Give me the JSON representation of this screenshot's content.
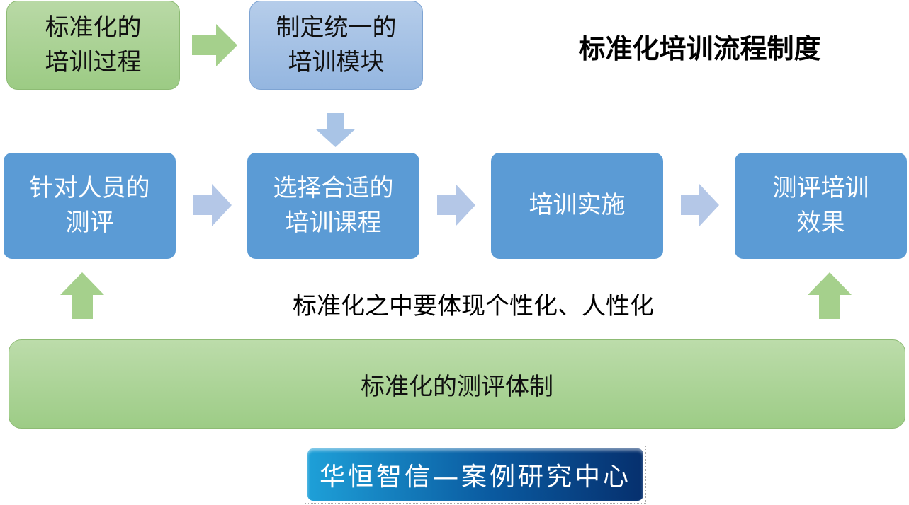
{
  "title": "标准化培训流程制度",
  "top_boxes": [
    "标准化的\n培训过程",
    "制定统一的\n培训模块"
  ],
  "row_boxes": [
    "针对人员的\n测评",
    "选择合适的\n培训课程",
    "培训实施",
    "测评培训\n效果"
  ],
  "note": "标准化之中要体现个性化、人性化",
  "bottom_bar": "标准化的测评体制",
  "logo_text": "华恒智信—案例研究中心",
  "colors": {
    "green": "#9ccb84",
    "blue": "#5b9bd5",
    "light_blue": "#b4c7e7"
  }
}
